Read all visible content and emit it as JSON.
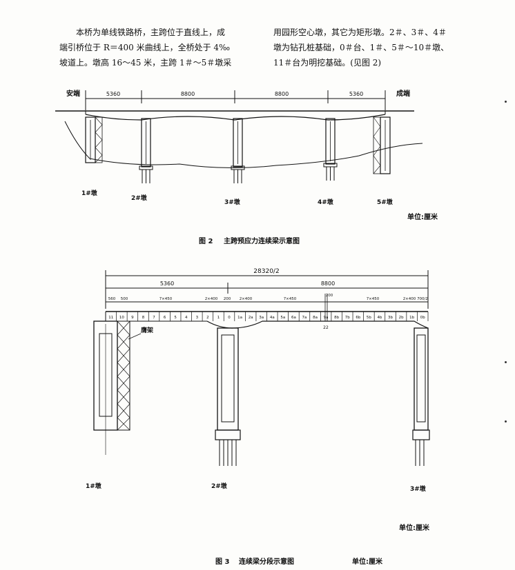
{
  "text": {
    "left_lines": [
      "本桥为单线铁路桥，主跨位于直线上，成",
      "端引桥位于 R＝400 米曲线上，全桥处于 4‰",
      "坡道上。墩高 16～45 米，主跨 1＃～5＃墩采"
    ],
    "right_lines": [
      "用园形空心墩，其它为矩形墩。2＃、3＃、4＃",
      "墩为钻孔桩基础，0＃台、1＃、5＃～10＃墩、",
      "11＃台为明挖基础。(见图 2)"
    ]
  },
  "fig2": {
    "end_left": "安端",
    "end_right": "成端",
    "spans": [
      "5360",
      "8800",
      "8800",
      "5360"
    ],
    "piers": [
      "1#墩",
      "2#墩",
      "3#墩",
      "4#墩",
      "5#墩"
    ],
    "unit": "单位:厘米",
    "caption_num": "图 2",
    "caption": "主跨预应力连续梁示意图"
  },
  "fig3": {
    "total": "28320/2",
    "spans": [
      "5360",
      "8800"
    ],
    "dims": [
      "560",
      "500",
      "7×450",
      "2×400",
      "200",
      "2×400",
      "7×450",
      "200",
      "7×450",
      "2×400",
      "700/2"
    ],
    "segs_left": [
      "11",
      "10",
      "9",
      "8",
      "7",
      "6",
      "5",
      "4",
      "3",
      "2",
      "1",
      "0"
    ],
    "segs_right": [
      "1a",
      "2a",
      "3a",
      "4a",
      "5a",
      "6a",
      "7a",
      "8a",
      "9a",
      "8b",
      "7b",
      "6b",
      "5b",
      "4b",
      "3b",
      "2b",
      "1b",
      "0b"
    ],
    "closure": "22",
    "bracket_label": "膺架",
    "piers": [
      "1#墩",
      "2#墩",
      "3#墩"
    ],
    "unit": "单位:厘米",
    "caption_num": "图 3",
    "caption": "连续梁分段示意图",
    "caption_unit": "单位:厘米"
  }
}
